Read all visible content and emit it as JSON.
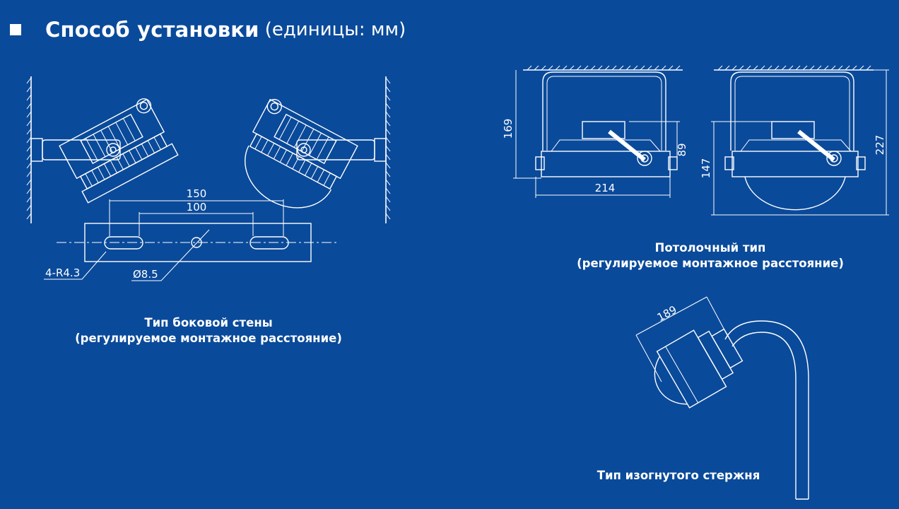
{
  "header": {
    "title": "Способ установки",
    "units": "(единицы: мм)"
  },
  "side_wall": {
    "caption_line1": "Тип боковой стены",
    "caption_line2": "(регулируемое монтажное расстояние)",
    "dim_150": "150",
    "dim_100": "100",
    "dim_slots": "4-R4.3",
    "dim_hole": "Ø8.5"
  },
  "ceiling": {
    "caption_line1": "Потолочный тип",
    "caption_line2": "(регулируемое монтажное расстояние)",
    "dim_169": "169",
    "dim_89": "89",
    "dim_214": "214",
    "dim_147": "147",
    "dim_227": "227"
  },
  "bent_rod": {
    "caption": "Тип изогнутого стержня",
    "dim_189": "189"
  },
  "colors": {
    "background": "#0a4a9a",
    "line": "#ffffff"
  }
}
